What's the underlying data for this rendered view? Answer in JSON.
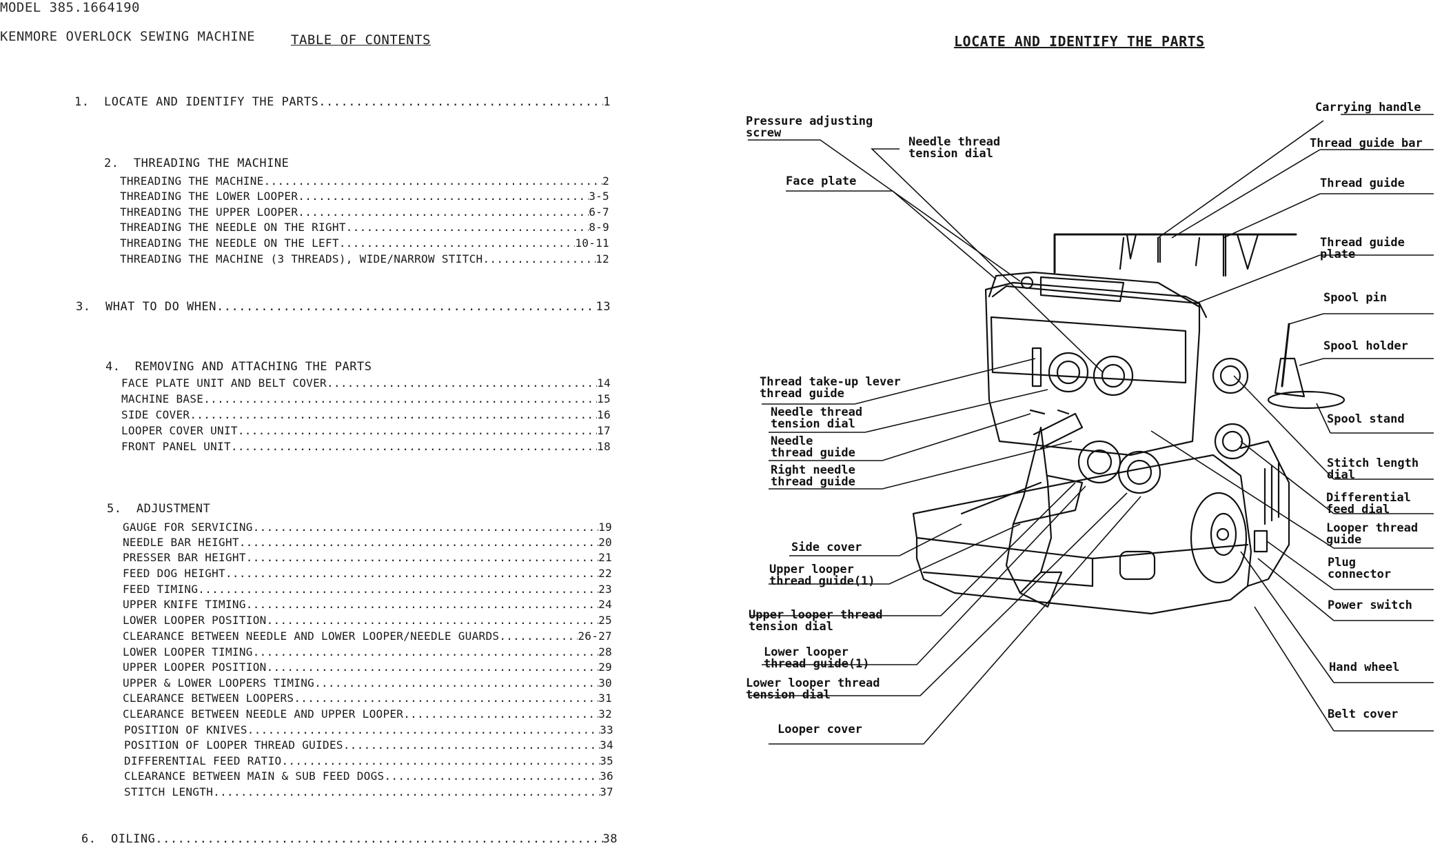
{
  "left": {
    "model_line": "MODEL 385.1664190",
    "machine_line": "KENMORE OVERLOCK SEWING MACHINE",
    "toc_title": "TABLE OF CONTENTS",
    "sections": [
      {
        "num": "1.",
        "title": "LOCATE AND IDENTIFY THE PARTS",
        "page": "1"
      },
      {
        "num": "2.",
        "title": "THREADING THE MACHINE",
        "entries": [
          {
            "label": "THREADING THE MACHINE",
            "page": "2"
          },
          {
            "label": "THREADING THE LOWER LOOPER",
            "page": "3-5"
          },
          {
            "label": "THREADING THE UPPER LOOPER",
            "page": "6-7"
          },
          {
            "label": "THREADING THE NEEDLE ON THE RIGHT",
            "page": "8-9"
          },
          {
            "label": "THREADING THE NEEDLE ON THE LEFT",
            "page": "10-11"
          },
          {
            "label": "THREADING THE MACHINE (3 THREADS), WIDE/NARROW STITCH",
            "page": "12"
          }
        ]
      },
      {
        "num": "3.",
        "title": "WHAT TO DO WHEN",
        "page": "13"
      },
      {
        "num": "4.",
        "title": "REMOVING AND ATTACHING THE PARTS",
        "entries": [
          {
            "label": "FACE PLATE UNIT AND BELT COVER",
            "page": "14"
          },
          {
            "label": "MACHINE BASE",
            "page": "15"
          },
          {
            "label": "SIDE COVER",
            "page": "16"
          },
          {
            "label": "LOOPER COVER UNIT",
            "page": "17"
          },
          {
            "label": "FRONT PANEL UNIT",
            "page": "18"
          }
        ]
      },
      {
        "num": "5.",
        "title": "ADJUSTMENT",
        "entries": [
          {
            "label": "GAUGE FOR SERVICING",
            "page": "19"
          },
          {
            "label": "NEEDLE BAR HEIGHT",
            "page": "20"
          },
          {
            "label": "PRESSER BAR HEIGHT",
            "page": "21"
          },
          {
            "label": "FEED DOG HEIGHT",
            "page": "22"
          },
          {
            "label": "FEED TIMING",
            "page": "23"
          },
          {
            "label": "UPPER KNIFE TIMING",
            "page": "24"
          },
          {
            "label": "LOWER LOOPER POSITION",
            "page": "25"
          },
          {
            "label": "CLEARANCE BETWEEN NEEDLE AND LOWER LOOPER/NEEDLE GUARDS",
            "page": "26-27"
          },
          {
            "label": "LOWER LOOPER TIMING",
            "page": "28"
          },
          {
            "label": "UPPER LOOPER POSITION",
            "page": "29"
          },
          {
            "label": "UPPER & LOWER LOOPERS TIMING",
            "page": "30"
          },
          {
            "label": "CLEARANCE BETWEEN LOOPERS",
            "page": "31"
          },
          {
            "label": "CLEARANCE BETWEEN NEEDLE AND UPPER LOOPER",
            "page": "32"
          },
          {
            "label": "POSITION OF KNIVES",
            "page": "33"
          },
          {
            "label": "POSITION OF LOOPER THREAD GUIDES",
            "page": "34"
          },
          {
            "label": "DIFFERENTIAL FEED RATIO",
            "page": "35"
          },
          {
            "label": "CLEARANCE BETWEEN MAIN & SUB FEED DOGS",
            "page": "36"
          },
          {
            "label": "STITCH LENGTH",
            "page": "37"
          }
        ]
      },
      {
        "num": "6.",
        "title": "OILING",
        "page": "38"
      }
    ]
  },
  "right": {
    "title": "LOCATE AND IDENTIFY THE PARTS",
    "labels_left": [
      "Pressure adjusting\nscrew",
      "Needle thread\ntension dial",
      "Face plate",
      "Thread take-up lever\nthread guide",
      "Needle thread\ntension dial",
      "Needle\nthread guide",
      "Right needle\nthread guide",
      "Side cover",
      "Upper looper\nthread guide(1)",
      "Upper looper thread\ntension dial",
      "Lower looper\nthread guide(1)",
      "Lower looper thread\ntension dial",
      "Looper cover"
    ],
    "labels_right": [
      "Carrying handle",
      "Thread guide bar",
      "Thread guide",
      "Thread guide\nplate",
      "Spool pin",
      "Spool holder",
      "Spool stand",
      "Stitch length\ndial",
      "Differential\nfeed dial",
      "Looper thread\nguide",
      "Plug\nconnector",
      "Power switch",
      "Hand wheel",
      "Belt cover"
    ]
  }
}
